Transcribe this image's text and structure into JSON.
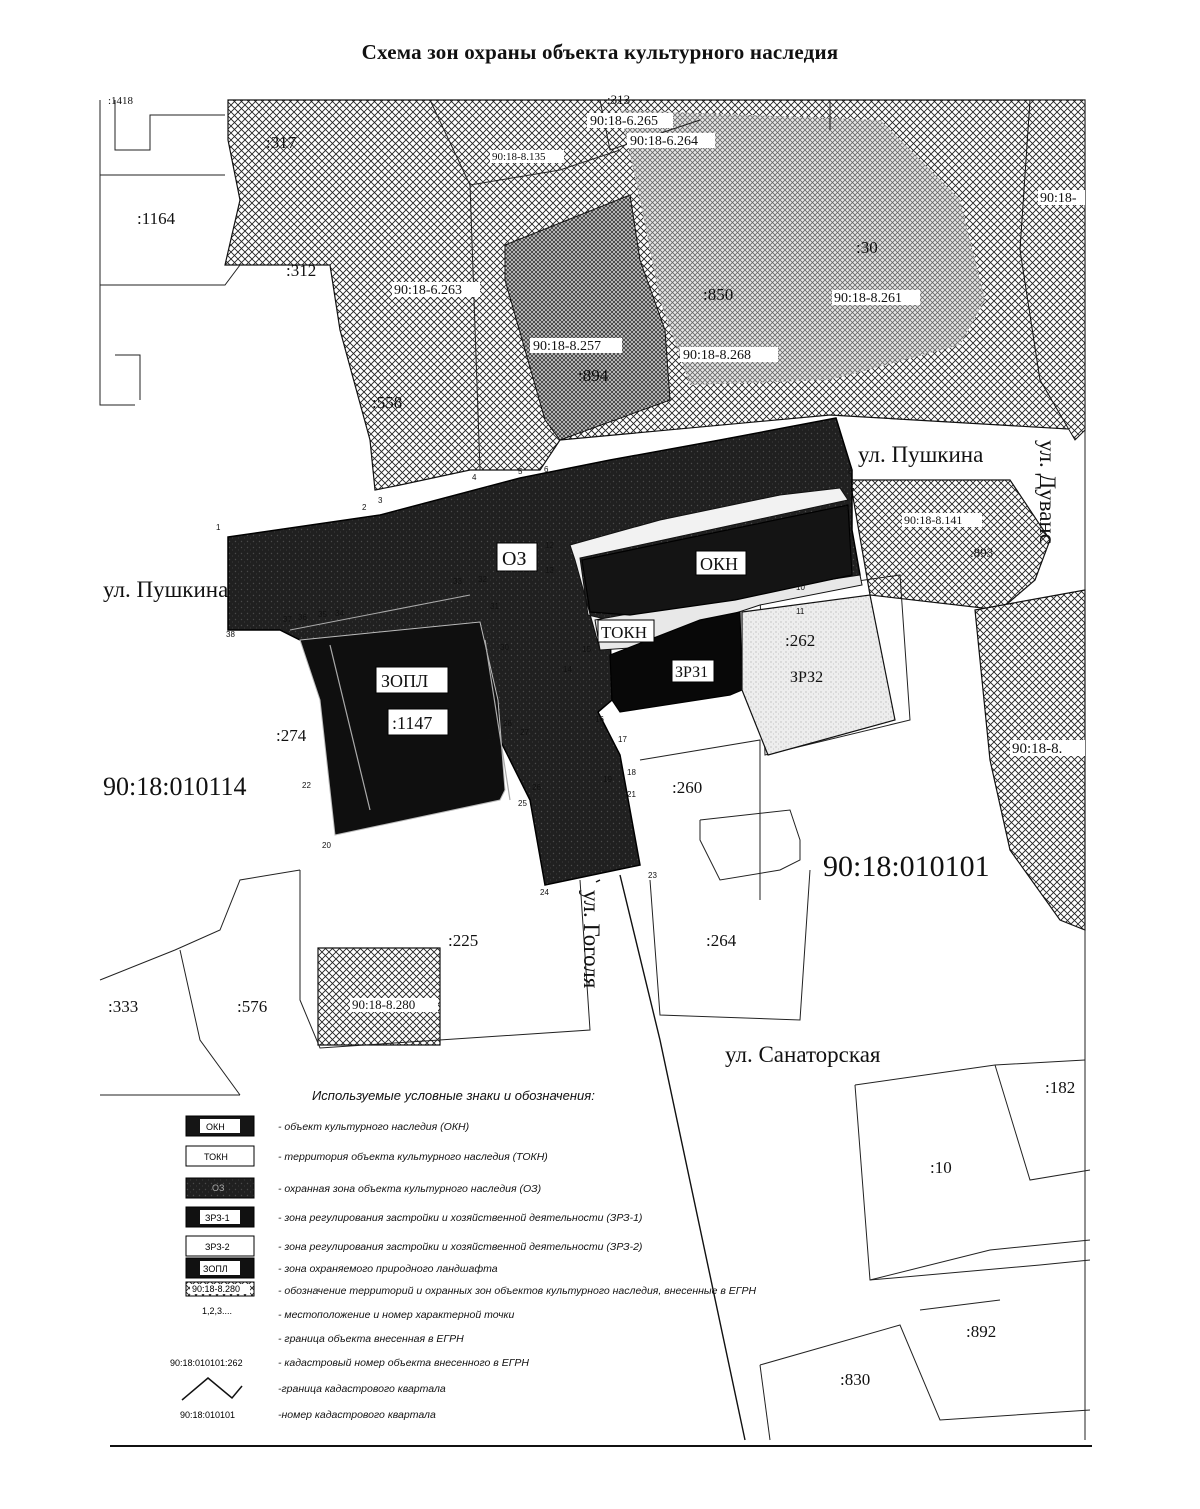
{
  "title": "Схема зон охраны объекта культурного наследия",
  "streets": {
    "pushkina_east": "ул. Пушкина",
    "pushkina_west": "ул. Пушкина",
    "gogolya": "ул. Гоголя",
    "sanatorskaya": "ул. Санаторская",
    "duvan": "ул. Дуванс"
  },
  "quarters": {
    "west": "90:18:010114",
    "east": "90:18:010101"
  },
  "parcels": {
    "p1418": ":1418",
    "p313": ":313",
    "p317": ":317",
    "p1164": ":1164",
    "p312": ":312",
    "p558": ":558",
    "p30": ":30",
    "p850": ":850",
    "p894": ":894",
    "p893": ":893",
    "p262": ":262",
    "p1147": ":1147",
    "p274": ":274",
    "p260": ":260",
    "p225": ":225",
    "p264": ":264",
    "p333": ":333",
    "p576": ":576",
    "p182": ":182",
    "p10": ":10",
    "p892": ":892",
    "p830": ":830"
  },
  "registry_labels": {
    "r6265": "90:18-6.265",
    "r6264": "90:18-6.264",
    "r8135": "90:18-8.135",
    "r6263": "90:18-6.263",
    "r8261": "90:18-8.261",
    "r8257": "90:18-8.257",
    "r8268": "90:18-8.268",
    "r8141": "90:18-8.141",
    "r8280": "90:18-8.280",
    "r18e": "90:18-",
    "r8edge": "90:18-8."
  },
  "zones": {
    "oz": "ОЗ",
    "okn": "ОКН",
    "tokn": "ТОКН",
    "zrz1": "ЗРЗ1",
    "zrz2": "ЗРЗ2",
    "zopl": "ЗОПЛ"
  },
  "points": [
    "1",
    "2",
    "3",
    "4",
    "5",
    "6",
    "7",
    "8",
    "9",
    "10",
    "11",
    "12",
    "13",
    "14",
    "15",
    "16",
    "17",
    "18",
    "19",
    "20",
    "21",
    "22",
    "23",
    "24",
    "25",
    "26",
    "27",
    "28",
    "29",
    "30",
    "31",
    "32",
    "33",
    "34",
    "35",
    "36",
    "37",
    "38"
  ],
  "legend": {
    "title": "Используемые условные знаки и обозначения:",
    "items": [
      {
        "swatch": "ОКН",
        "text": "- объект культурного наследия (ОКН)"
      },
      {
        "swatch": "ТОКН",
        "text": "- территория объекта культурного наследия (ТОКН)"
      },
      {
        "swatch": "ОЗ",
        "text": "- охранная зона объекта культурного наследия (ОЗ)"
      },
      {
        "swatch": "ЗРЗ-1",
        "text": "- зона регулирования застройки и хозяйственной деятельности (ЗРЗ-1)"
      },
      {
        "swatch": "ЗРЗ-2",
        "text": "- зона регулирования застройки и хозяйственной деятельности (ЗРЗ-2)"
      },
      {
        "swatch": "ЗОПЛ",
        "text": "- зона охраняемого природного ландшафта"
      },
      {
        "swatch": "90:18-8.280",
        "text": "- обозначение территорий и охранных зон объектов культурного наследия, внесенные в ЕГРН"
      },
      {
        "swatch": "1,2,3....",
        "text": "- местоположение и номер характерной точки"
      },
      {
        "swatch": "",
        "text": "- граница объекта внесенная в ЕГРН"
      },
      {
        "swatch": "90:18:010101:262",
        "text": "- кадастровый номер объекта внесенного в ЕГРН"
      },
      {
        "swatch": "",
        "text": "-граница кадастрового квартала"
      },
      {
        "swatch": "90:18:010101",
        "text": "-номер кадастрового квартала"
      }
    ]
  }
}
